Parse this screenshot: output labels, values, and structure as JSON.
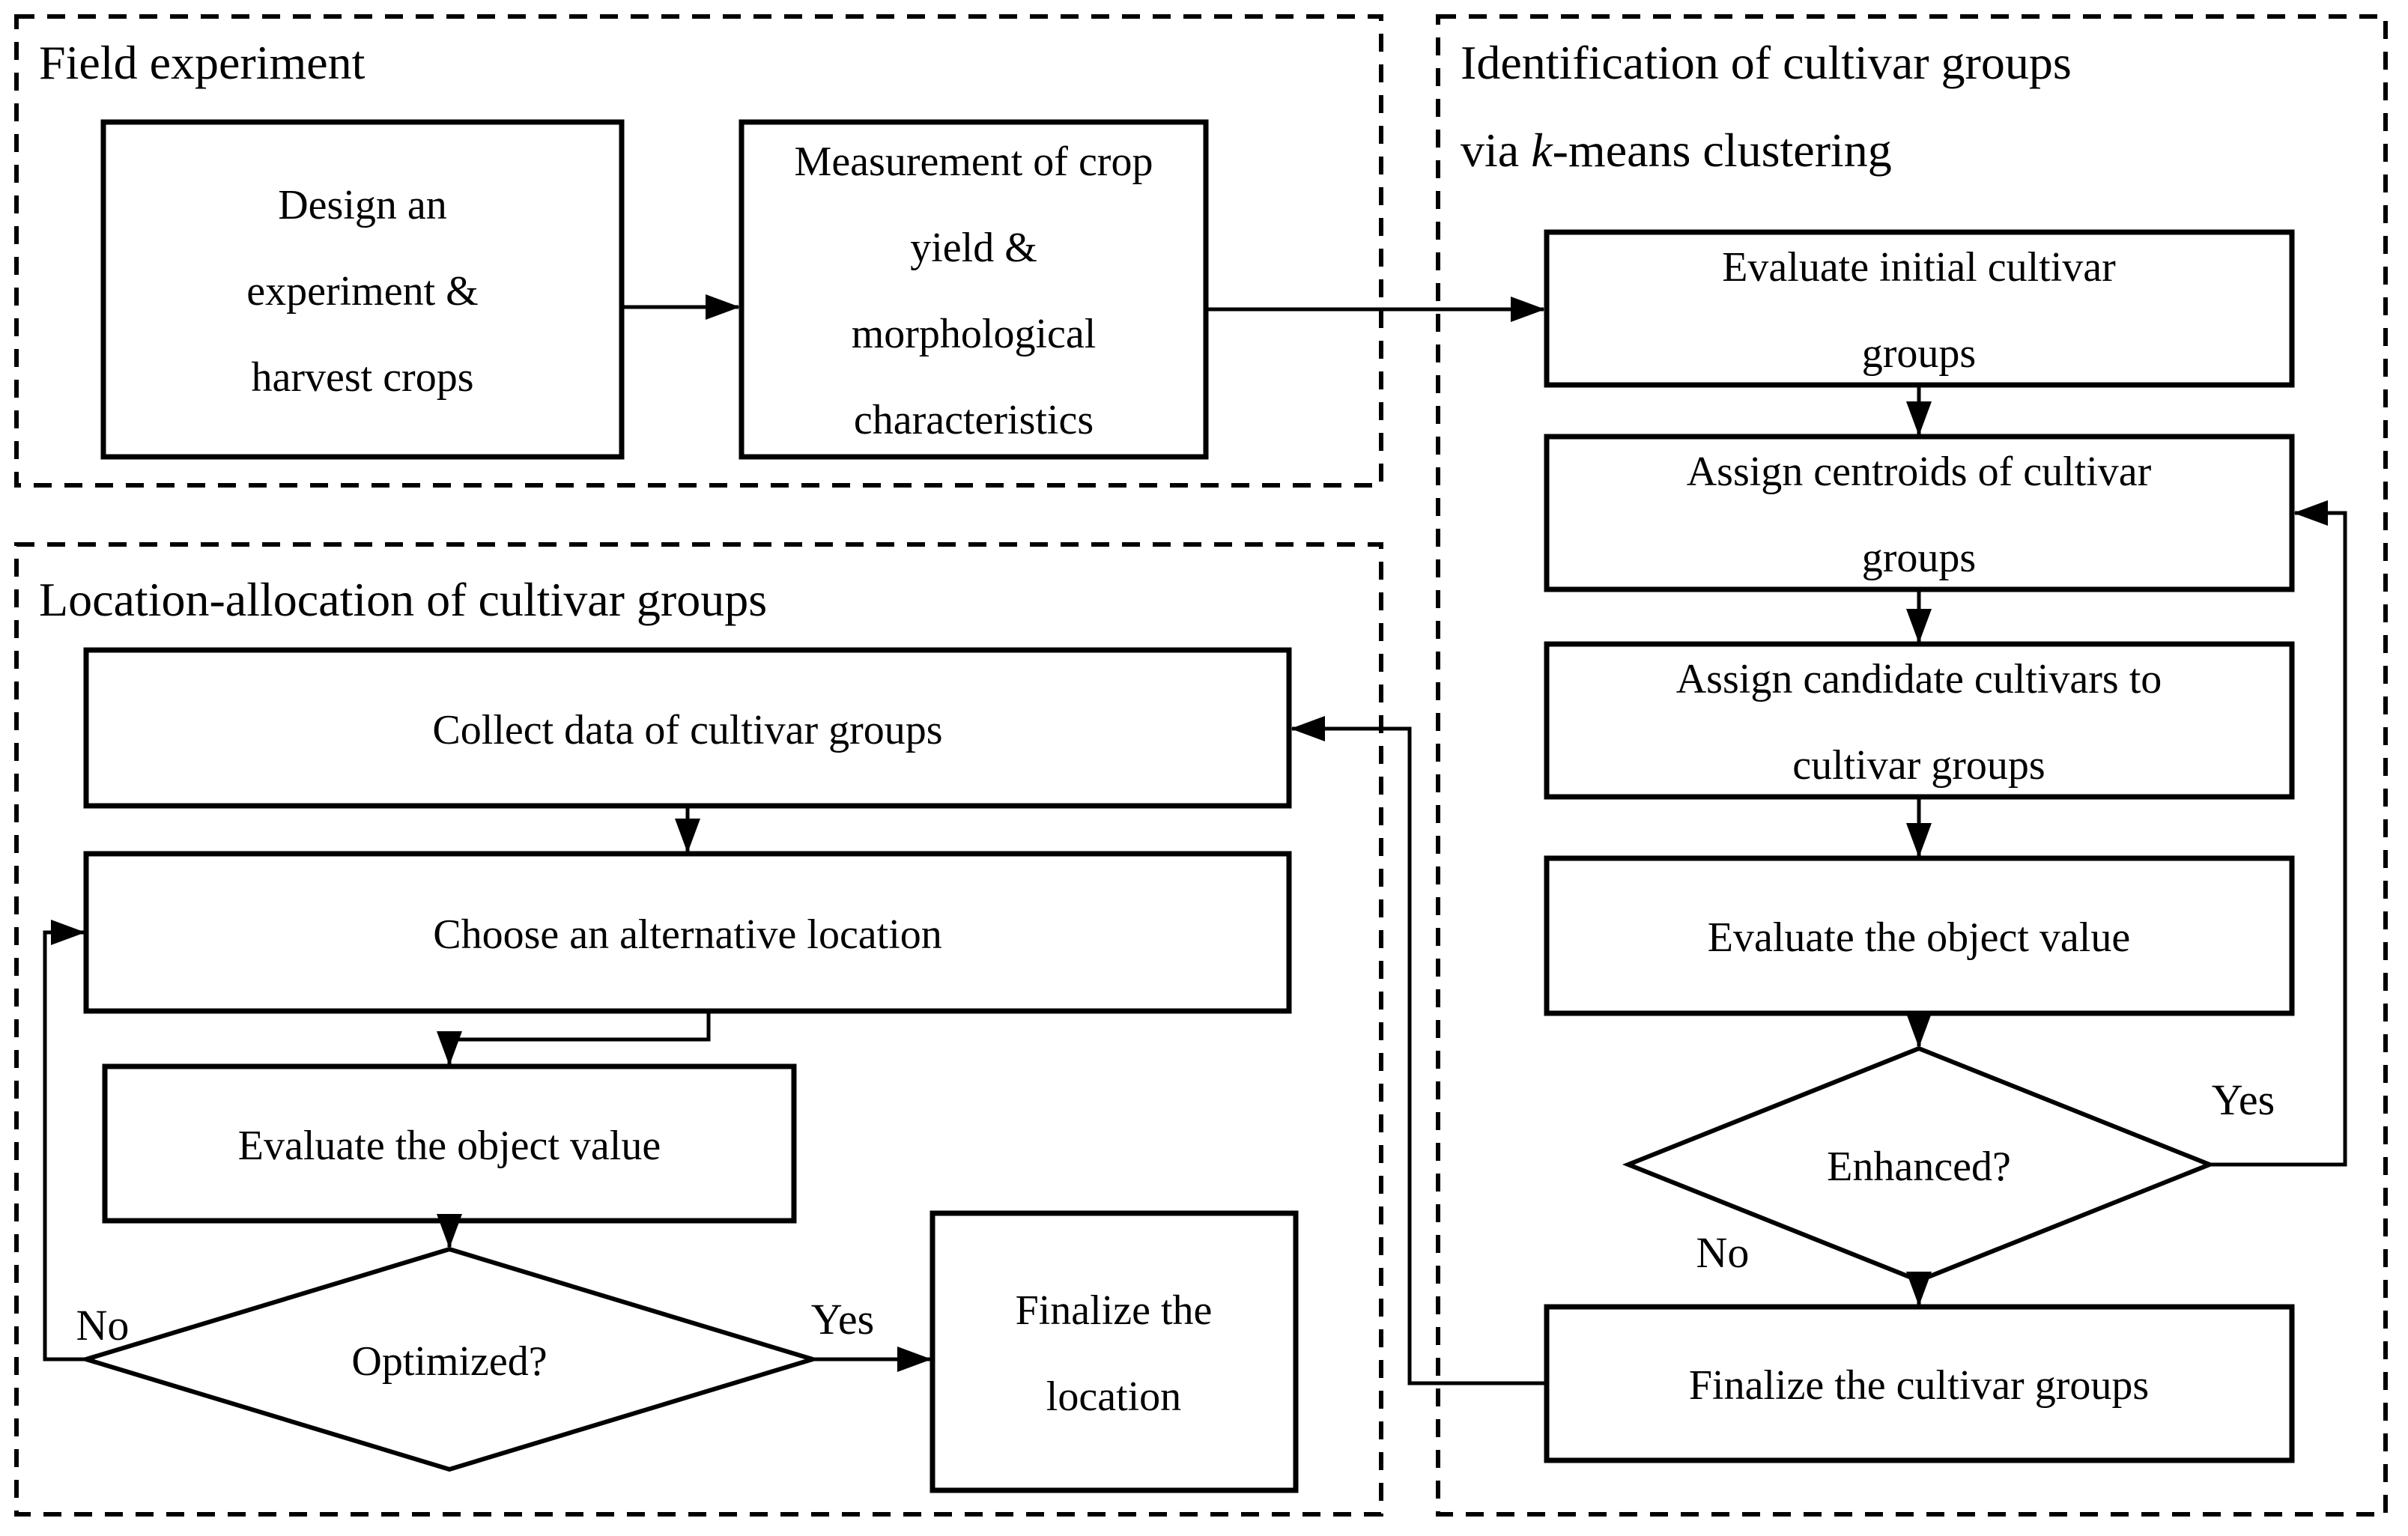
{
  "colors": {
    "background": "#ffffff",
    "line": "#000000",
    "text": "#000000"
  },
  "sections": {
    "field_experiment": {
      "title": "Field experiment"
    },
    "identification": {
      "title_line1": "Identification of cultivar groups",
      "title_line2_pre": "via ",
      "title_line2_italic": "k",
      "title_line2_post": "-means clustering"
    },
    "location_allocation": {
      "title": "Location-allocation of cultivar groups"
    }
  },
  "nodes": {
    "design": {
      "line1": "Design an",
      "line2": "experiment &",
      "line3": "harvest crops"
    },
    "measurement": {
      "line1": "Measurement of crop",
      "line2": "yield &",
      "line3": "morphological",
      "line4": "characteristics"
    },
    "evaluate_initial": {
      "line1": "Evaluate initial cultivar",
      "line2": "groups"
    },
    "assign_centroids": {
      "line1": "Assign centroids of cultivar",
      "line2": "groups"
    },
    "assign_candidate": {
      "line1": "Assign candidate cultivars to",
      "line2": "cultivar groups"
    },
    "evaluate_object_clustering": {
      "line1": "Evaluate the object value"
    },
    "enhanced_decision": {
      "label": "Enhanced?",
      "yes": "Yes",
      "no": "No"
    },
    "finalize_cultivar_groups": {
      "line1": "Finalize the cultivar groups"
    },
    "collect_data": {
      "line1": "Collect data of cultivar groups"
    },
    "choose_alternative": {
      "line1": "Choose an alternative location"
    },
    "evaluate_object_location": {
      "line1": "Evaluate the object value"
    },
    "optimized_decision": {
      "label": "Optimized?",
      "yes": "Yes",
      "no": "No"
    },
    "finalize_location": {
      "line1": "Finalize the",
      "line2": "location"
    }
  }
}
